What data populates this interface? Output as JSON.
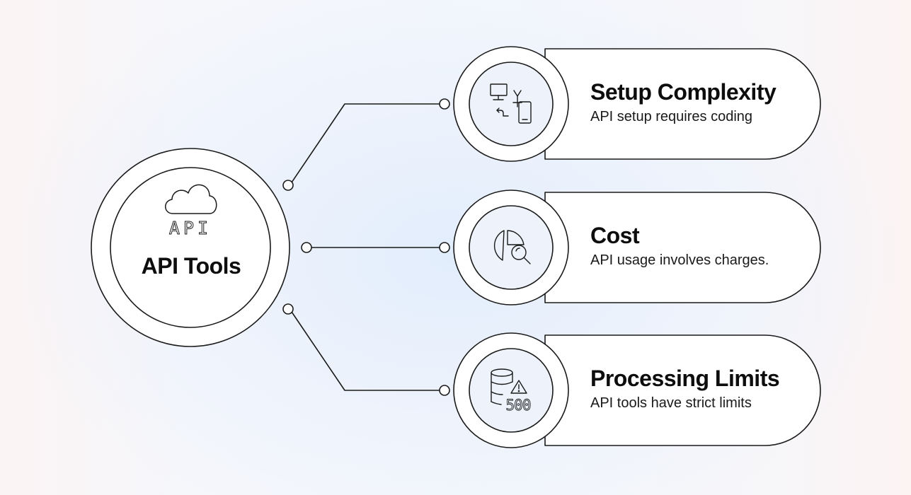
{
  "hub": {
    "title": "API Tools",
    "icon": "cloud-api-icon",
    "icon_text": "API"
  },
  "items": [
    {
      "title": "Setup Complexity",
      "description": "API setup requires coding",
      "icon": "device-network-icon"
    },
    {
      "title": "Cost",
      "description": "API usage involves charges.",
      "icon": "pie-chart-magnifier-icon"
    },
    {
      "title": "Processing Limits",
      "description": "API tools have strict limits",
      "icon": "database-warning-icon",
      "icon_text": "500"
    }
  ],
  "colors": {
    "stroke": "#1a1a1a",
    "panel": "#ffffff",
    "icon_bg": "#eef3fb"
  }
}
